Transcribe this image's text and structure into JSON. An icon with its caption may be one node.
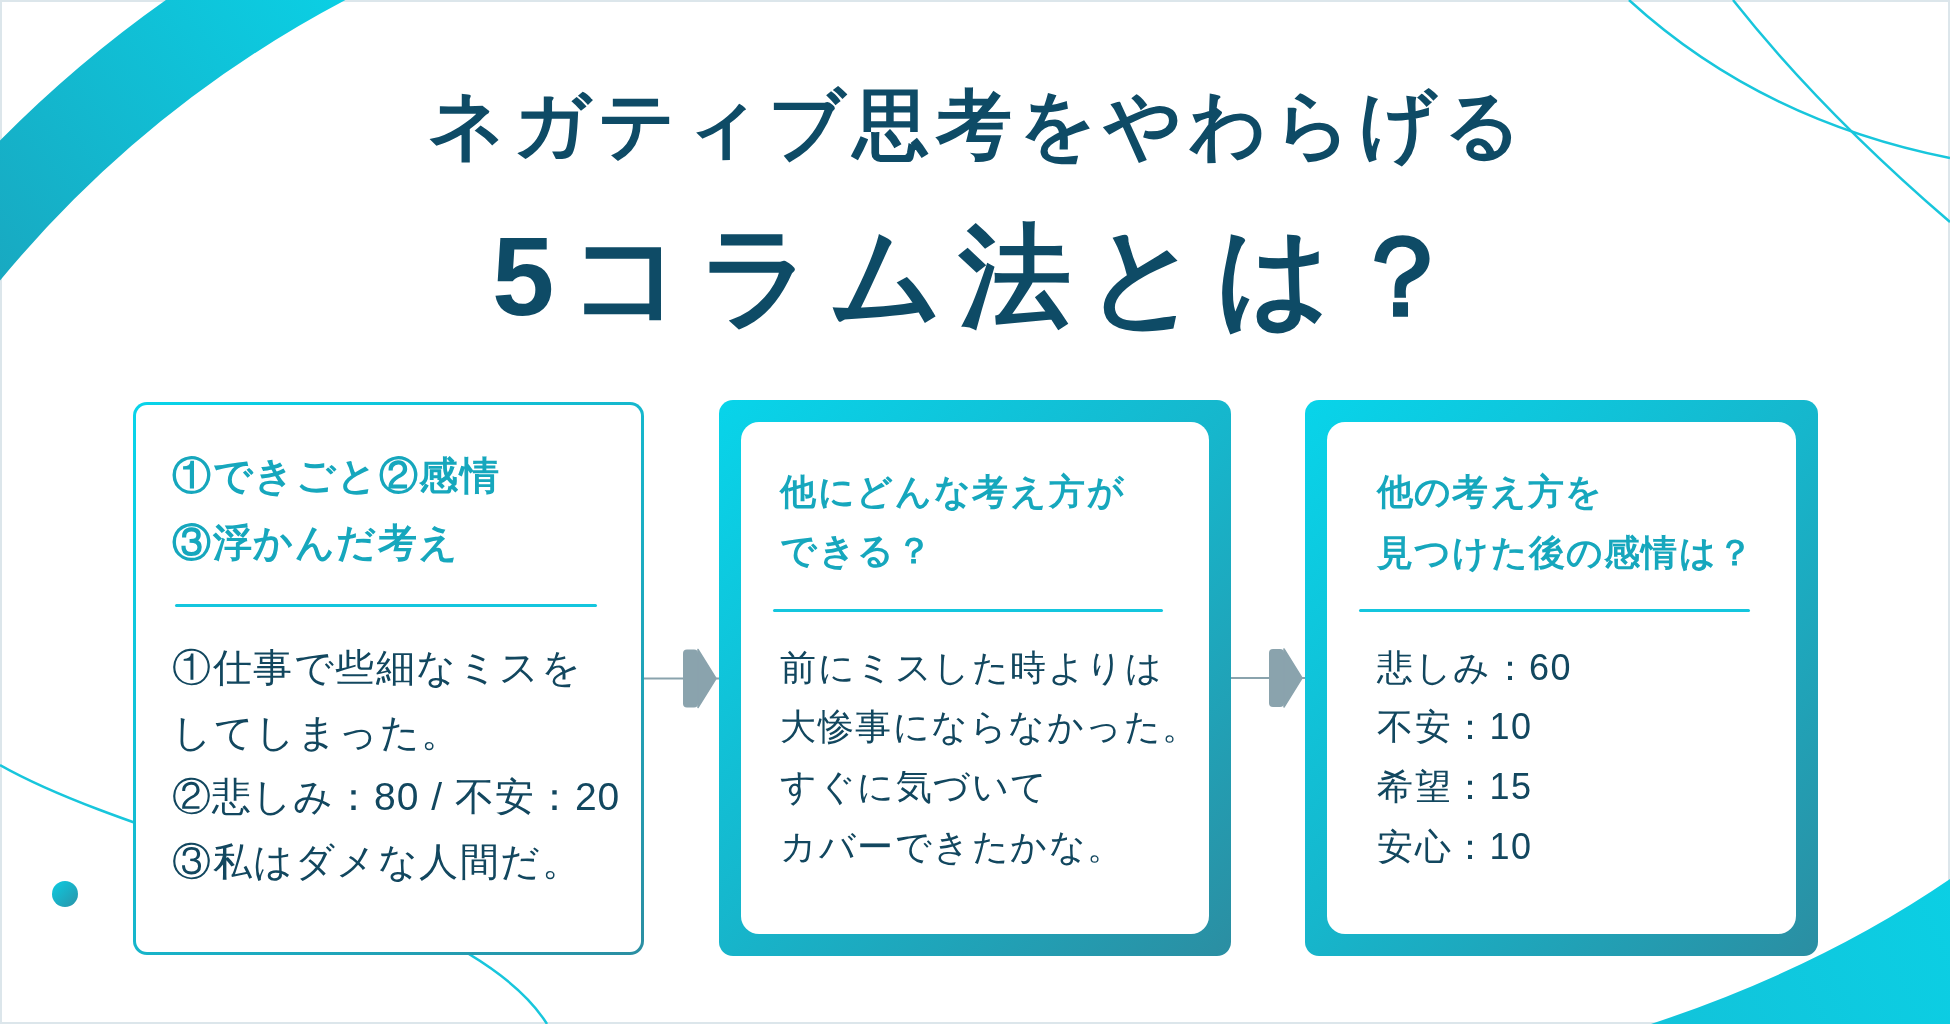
{
  "diagram": {
    "title": "5コラム法とは？",
    "nodes": [
      {
        "text": [
          "①できごと②感情③浮かんだ考え",
          "①仕事で些細なミスをしてしまった。",
          "②悲しみ：80 / 不安：20",
          "③私はダメな人間だ。"
        ]
      },
      {
        "text": [
          "他にどんな考え方ができる？",
          "前にミスした時よりは",
          "大惨事にならなかった。",
          "すぐに気づいて",
          "カバーできたかな。"
        ]
      },
      {
        "text": [
          "他の考え方を",
          "見つけた後の感情は？",
          "悲しみ：60",
          "不安：10",
          "希望：15",
          "安心：10"
        ]
      }
    ],
    "edges": [
      {
        "from": 0,
        "to": 1,
        "arrow": "to"
      },
      {
        "from": 1,
        "to": 2,
        "arrow": "to"
      }
    ],
    "labels": [
      "ネガティブ思考をやわらげる"
    ]
  }
}
